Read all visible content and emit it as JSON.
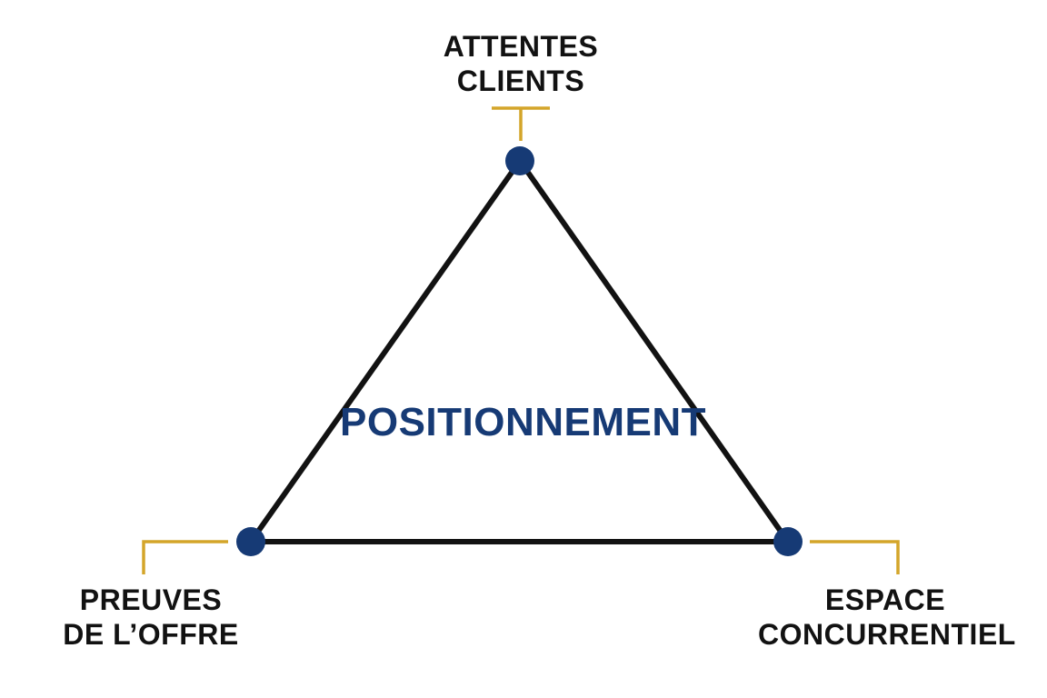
{
  "diagram": {
    "center_label": "POSITIONNEMENT",
    "vertices": {
      "top": {
        "line1": "ATTENTES",
        "line2": "CLIENTS"
      },
      "bottom_left": {
        "line1": "PREUVES",
        "line2": "DE L’OFFRE"
      },
      "bottom_right": {
        "line1": "ESPACE",
        "line2": "CONCURRENTIEL"
      }
    }
  },
  "colors": {
    "edge": "#121212",
    "vertex_node": "#163a75",
    "connector": "#d4a52a",
    "center_text": "#163a75",
    "label_text": "#121212"
  }
}
